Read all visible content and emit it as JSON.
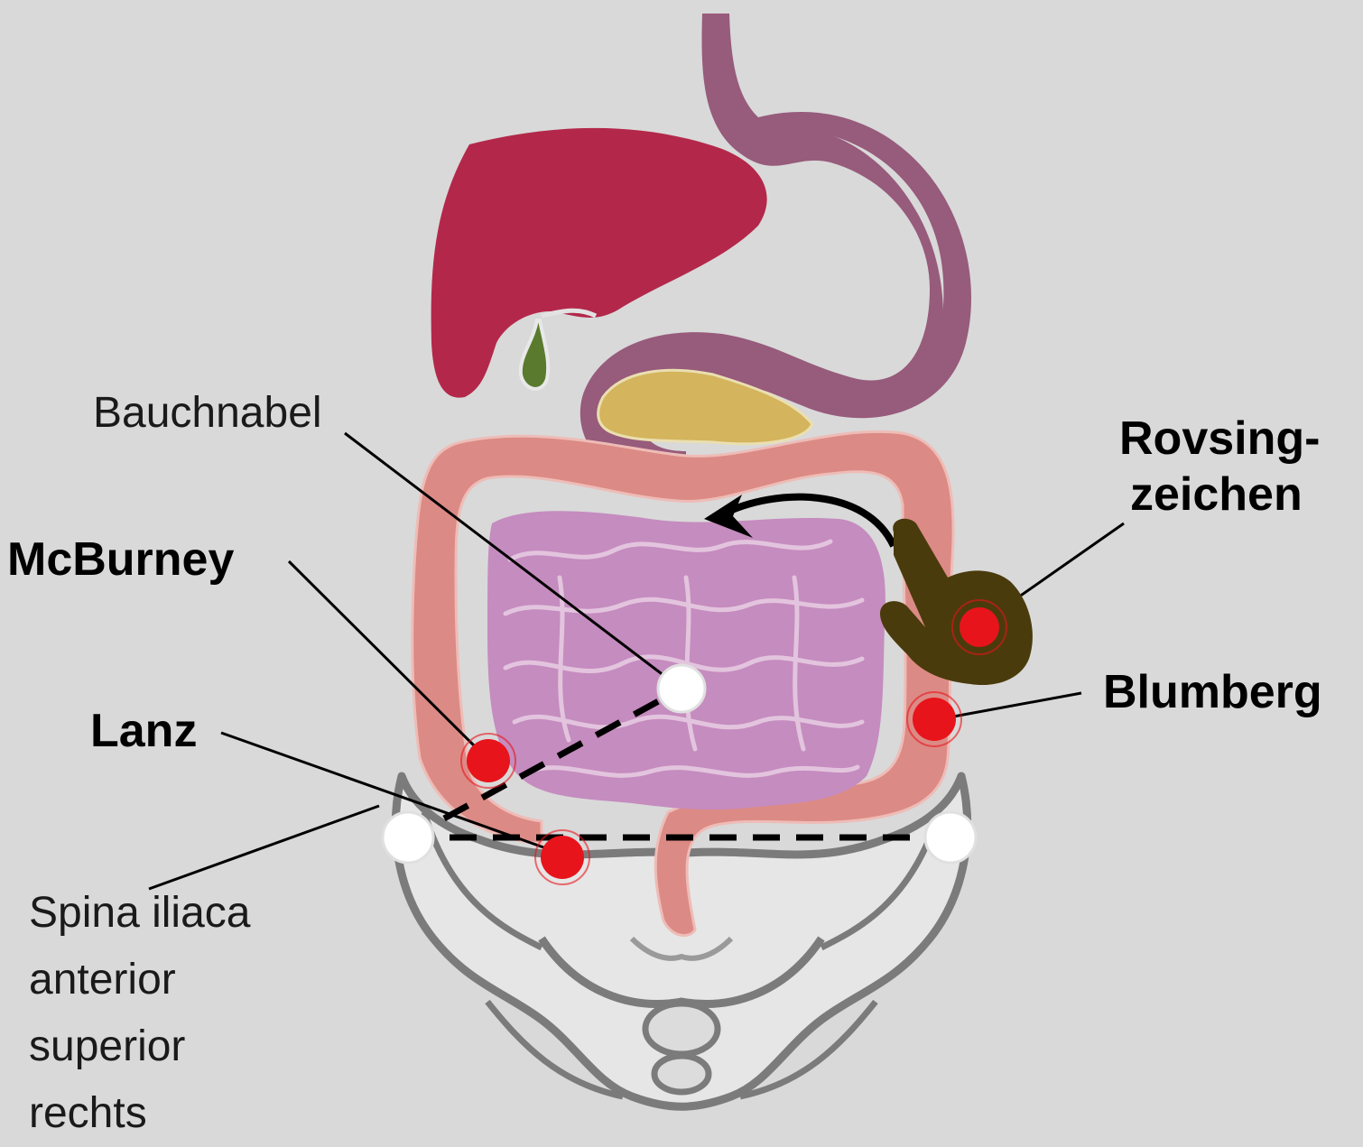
{
  "labels": {
    "bauchnabel": "Bauchnabel",
    "mcburney": "McBurney",
    "lanz": "Lanz",
    "spina_lines": [
      "Spina iliaca",
      "anterior",
      "superior",
      "rechts"
    ],
    "rovsing_lines": [
      "Rovsing-",
      "zeichen"
    ],
    "blumberg": "Blumberg"
  },
  "colors": {
    "background": "#d9d9d9",
    "liver": "#b3284a",
    "stomach": "#975b7b",
    "gallbladder": "#5a7a2e",
    "pancreas": "#d4b45c",
    "colon": "#dc8a85",
    "small_intestine": "#c58cbf",
    "pelvis": "#e6e6e6",
    "pelvis_outline": "#7b7b7b",
    "pressure_point": "#e8141b",
    "landmark_point": "#ffffff",
    "hand": "#4a3b0c",
    "lines": "#000000"
  },
  "icons": {
    "hand": "pointing-hand-icon",
    "arrow": "curved-arrow-icon"
  }
}
